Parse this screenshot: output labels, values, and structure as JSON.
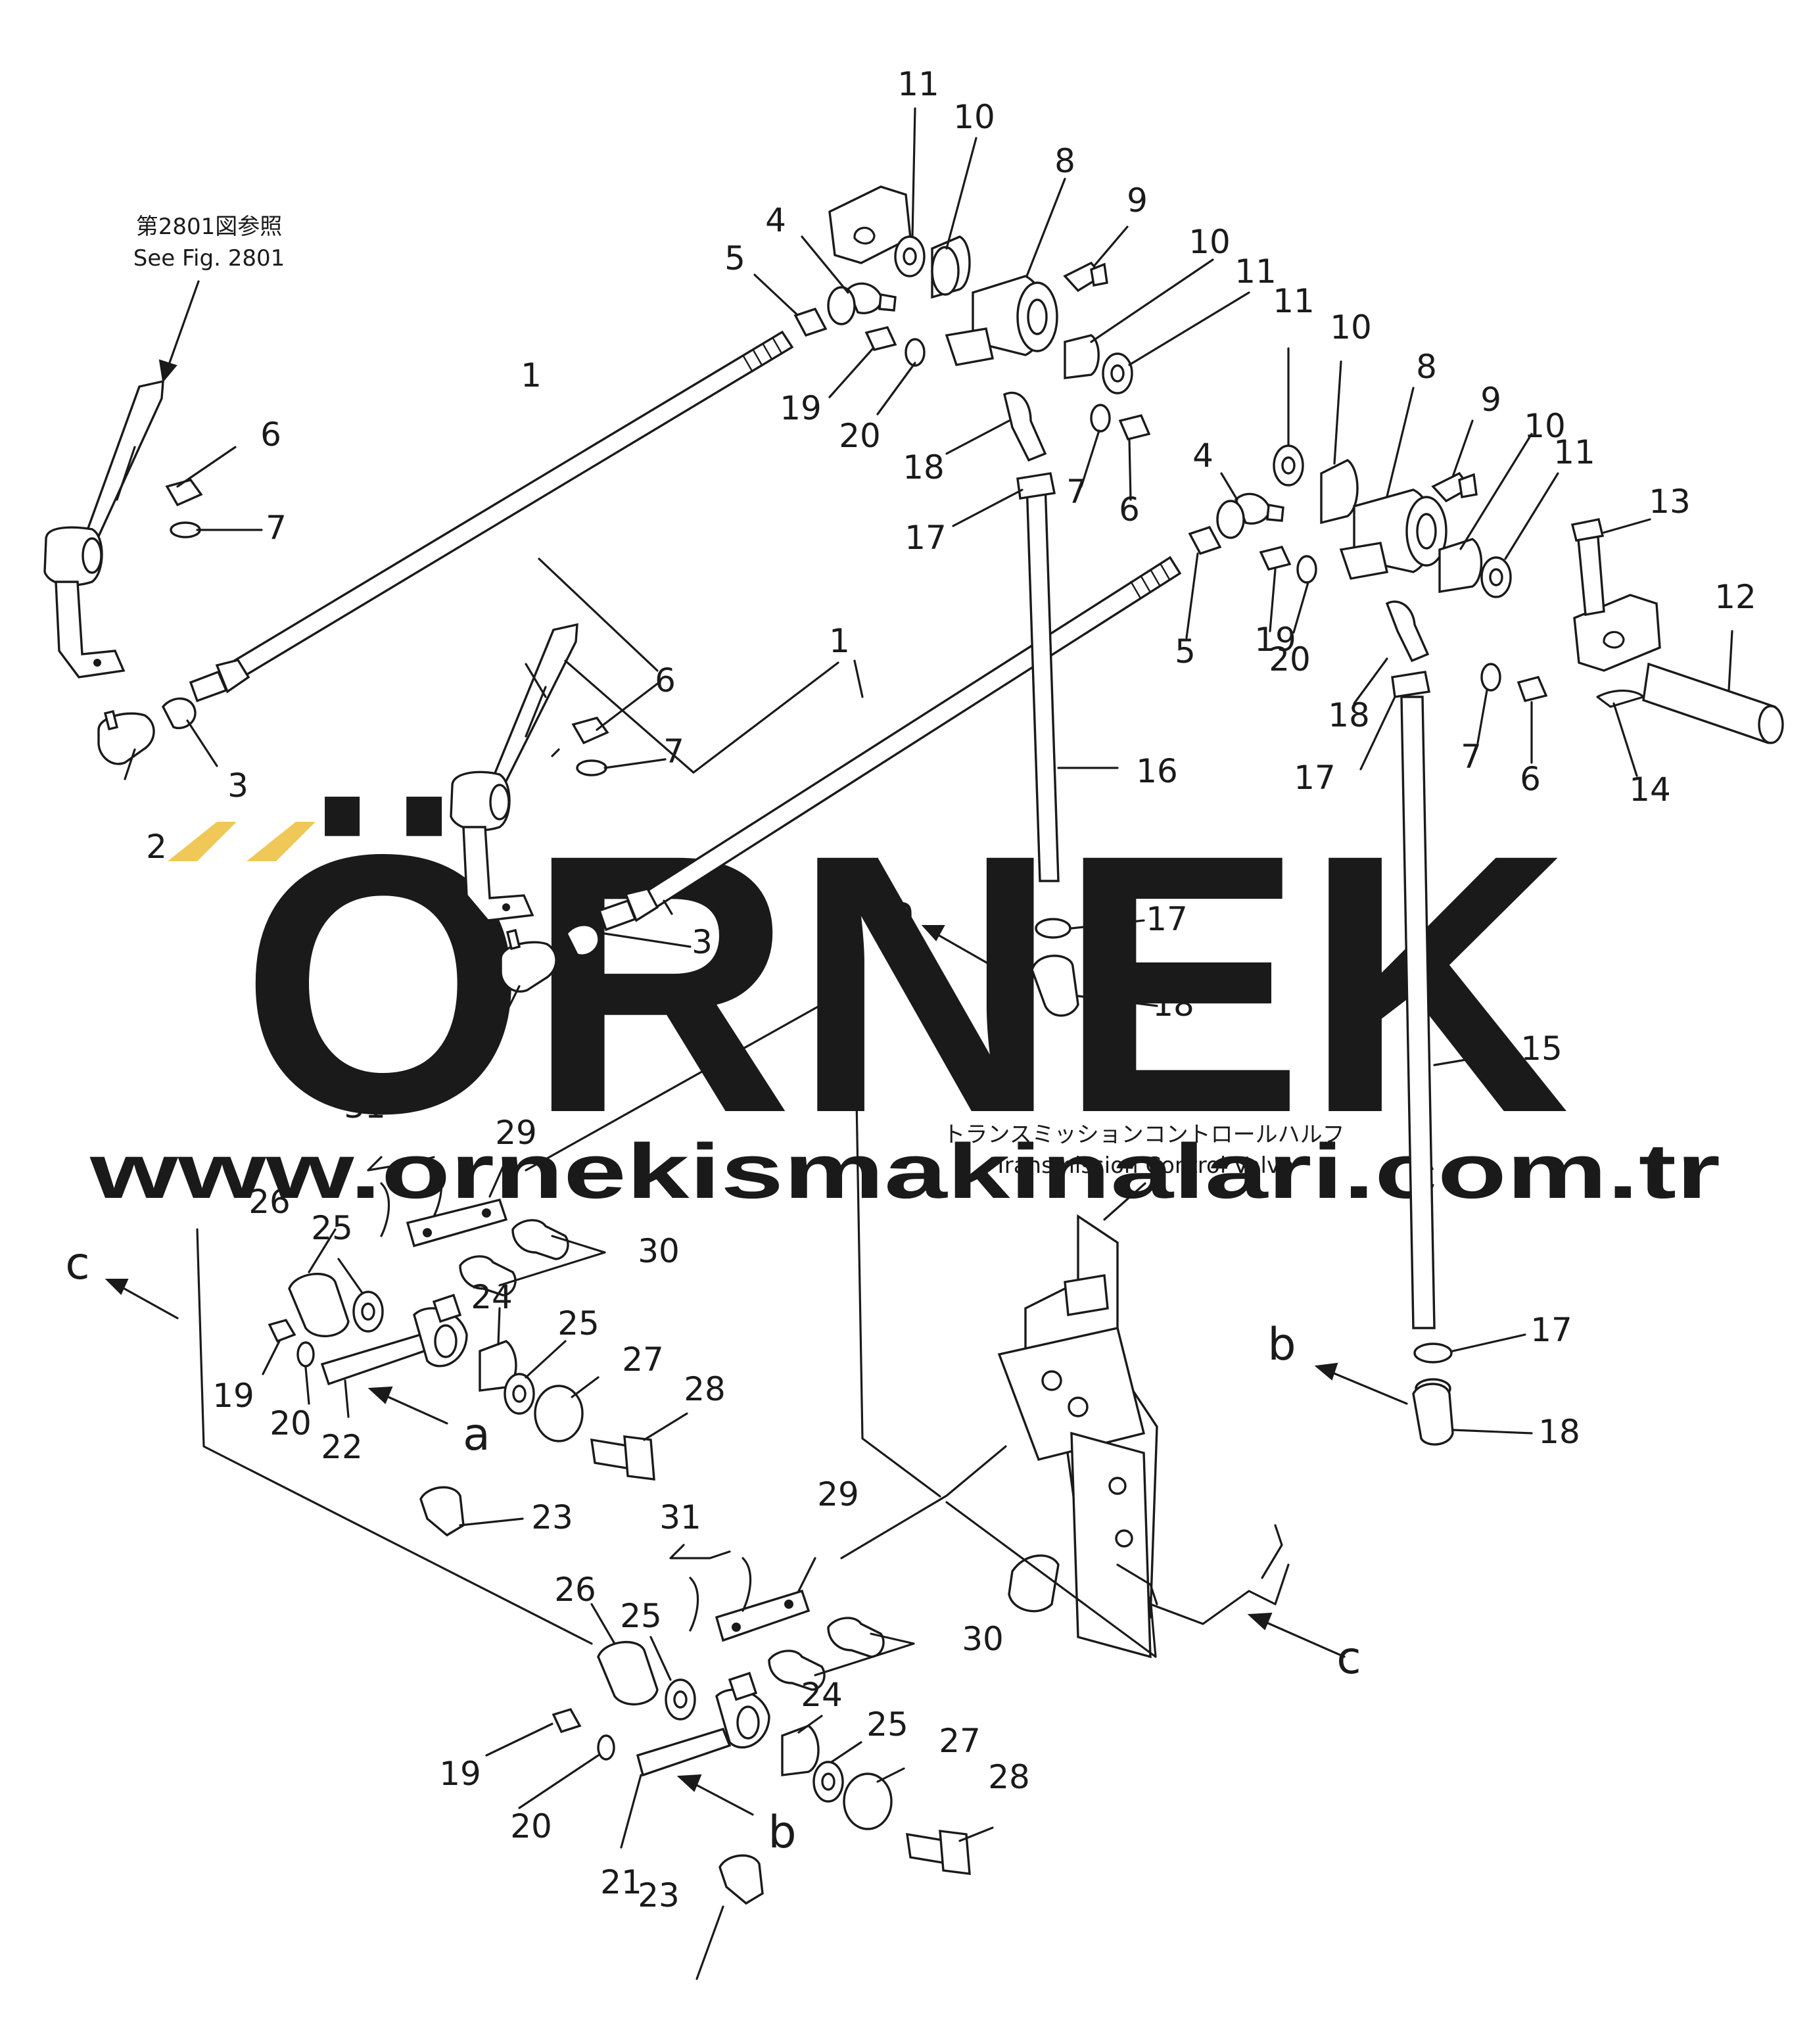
{
  "notes": {
    "see_fig_jp": "第2801図参照",
    "see_fig_en": "See Fig. 2801",
    "valve_jp": "トランスミッションコントロールハルフ",
    "valve_en": "Transmission Control Valve"
  },
  "watermark": {
    "brand": "ÖRNEK",
    "url": "www.ornekismakinalari.com.tr",
    "text_color": "#c8c6ce",
    "accent_color": "#f0c858"
  },
  "view_letters": [
    "a",
    "b",
    "c"
  ],
  "part_numbers": [
    "1",
    "2",
    "3",
    "4",
    "5",
    "6",
    "7",
    "8",
    "9",
    "10",
    "11",
    "12",
    "13",
    "14",
    "15",
    "16",
    "17",
    "18",
    "19",
    "20",
    "21",
    "22",
    "23",
    "24",
    "25",
    "26",
    "27",
    "28",
    "29",
    "30",
    "31"
  ]
}
